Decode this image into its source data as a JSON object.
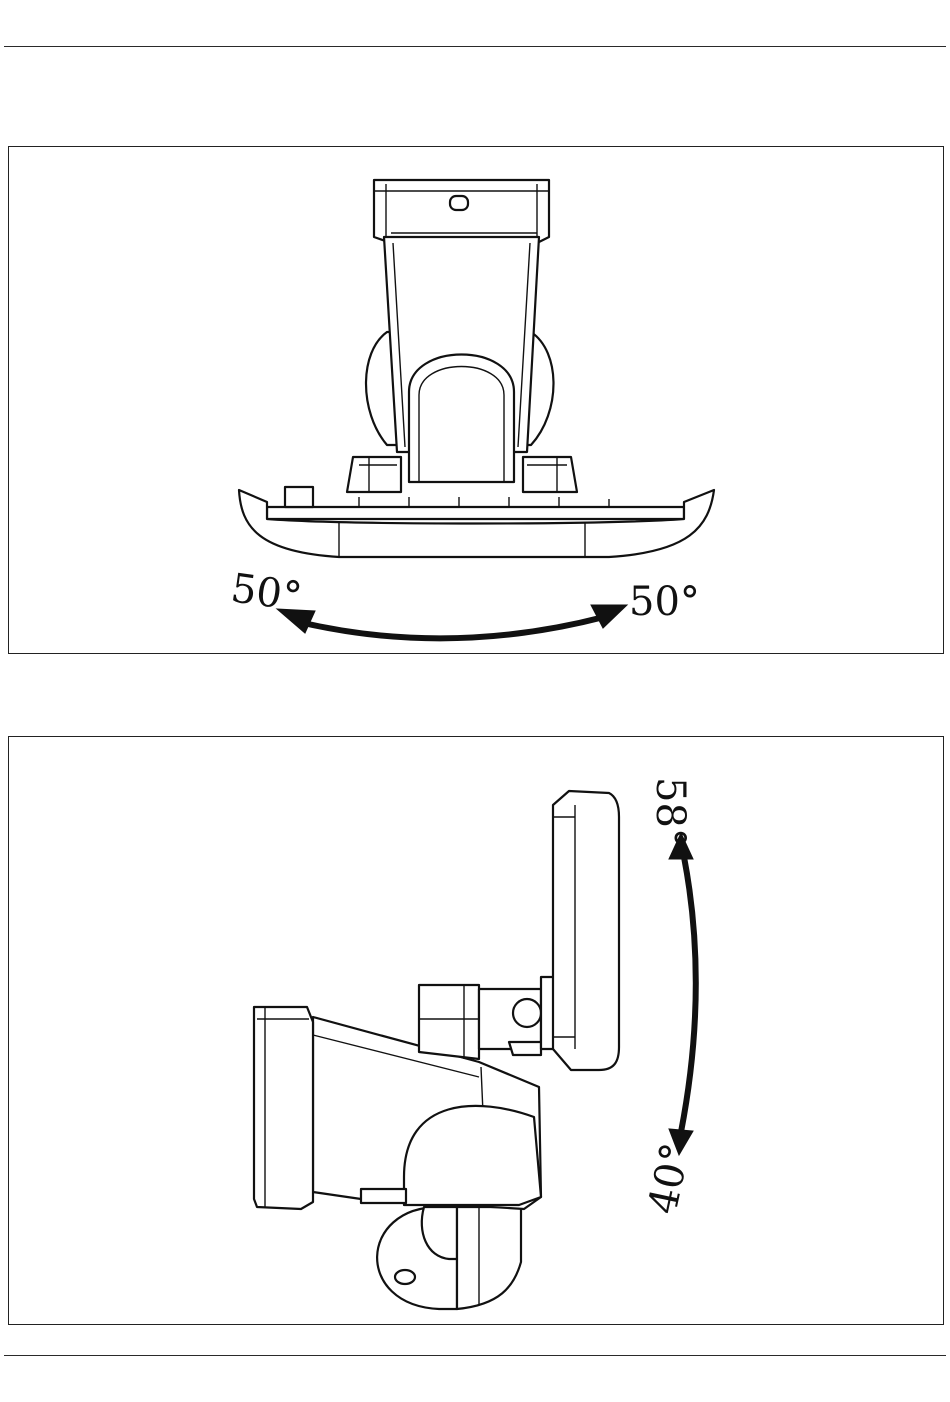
{
  "panels": [
    {
      "view": "front",
      "angles": {
        "left": "50°",
        "right": "50°"
      }
    },
    {
      "view": "side",
      "angles": {
        "up": "58°",
        "down": "40°"
      }
    }
  ]
}
